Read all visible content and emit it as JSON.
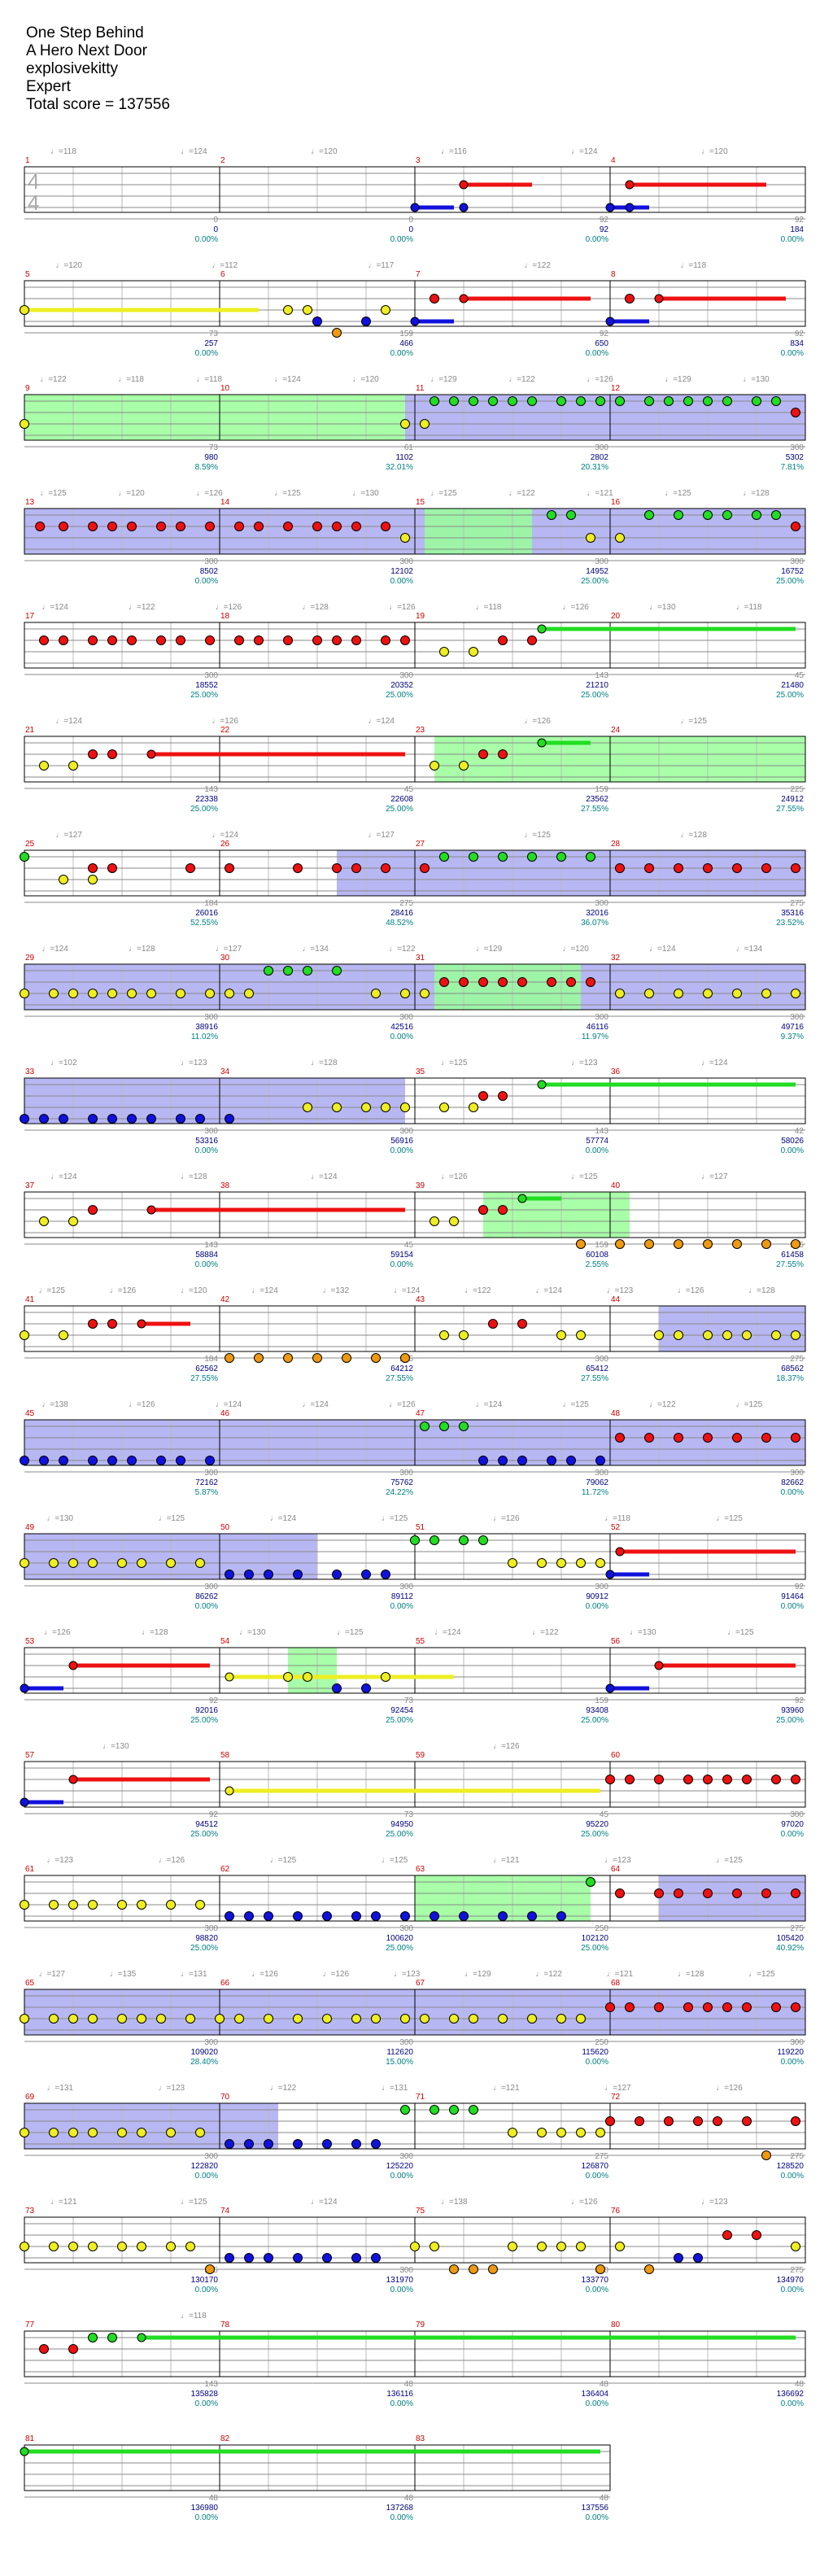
{
  "header": {
    "song_title": "One Step Behind",
    "artist": "A Hero Next Door",
    "charter": "explosivekitty",
    "difficulty": "Expert",
    "total_score_text": "Total score = 137556"
  },
  "time_signature": {
    "top": "4",
    "bottom": "4"
  },
  "colors": {
    "green": "#22dd22",
    "red": "#ee1111",
    "yellow": "#eeee22",
    "blue": "#1111dd",
    "orange": "#ee9911",
    "star_power": "#99ff99",
    "solo": "#9999ee",
    "tempo": "#888888",
    "measure_number": "#cc0000",
    "score": "#000080",
    "percent": "#008080",
    "gridline": "#bbbbbb",
    "staffline": "#888888"
  },
  "rows": [
    {
      "measures": [
        1,
        2,
        3,
        4
      ],
      "tempos": [
        "♩=118",
        "♩=124",
        "♩=120",
        "♩=116",
        "♩=124",
        "♩=120"
      ],
      "values": [
        "0",
        "0",
        "92",
        "92"
      ],
      "scores": [
        "0",
        "0",
        "92",
        "184"
      ],
      "percents": [
        "0.00%",
        "0.00%",
        "0.00%",
        "0.00%"
      ]
    },
    {
      "measures": [
        5,
        6,
        7,
        8
      ],
      "tempos": [
        "♩=120",
        "♩=112",
        "♩=117",
        "♩=122",
        "♩=118"
      ],
      "values": [
        "73",
        "159",
        "92",
        "92"
      ],
      "scores": [
        "257",
        "466",
        "650",
        "834"
      ],
      "percents": [
        "0.00%",
        "0.00%",
        "0.00%",
        "0.00%"
      ]
    },
    {
      "measures": [
        9,
        10,
        11,
        12
      ],
      "tempos": [
        "♩=122",
        "♩=118",
        "♩=118",
        "♩=124",
        "♩=120",
        "♩=129",
        "♩=122",
        "♩=126",
        "♩=129",
        "♩=130"
      ],
      "values": [
        "73",
        "61",
        "300",
        "300"
      ],
      "scores": [
        "980",
        "1102",
        "2802",
        "5302"
      ],
      "percents": [
        "8.59%",
        "32.01%",
        "20.31%",
        "7.81%"
      ]
    },
    {
      "measures": [
        13,
        14,
        15,
        16
      ],
      "tempos": [
        "♩=125",
        "♩=120",
        "♩=126",
        "♩=125",
        "♩=130",
        "♩=125",
        "♩=122",
        "♩=121",
        "♩=125",
        "♩=128"
      ],
      "values": [
        "300",
        "300",
        "300",
        "300"
      ],
      "scores": [
        "8502",
        "12102",
        "14952",
        "16752"
      ],
      "percents": [
        "0.00%",
        "0.00%",
        "25.00%",
        "25.00%"
      ]
    },
    {
      "measures": [
        17,
        18,
        19,
        20
      ],
      "tempos": [
        "♩=124",
        "♩=122",
        "♩=126",
        "♩=128",
        "♩=126",
        "♩=118",
        "♩=126",
        "♩=130",
        "♩=118"
      ],
      "values": [
        "300",
        "300",
        "143",
        "45"
      ],
      "scores": [
        "18552",
        "20352",
        "21210",
        "21480"
      ],
      "percents": [
        "25.00%",
        "25.00%",
        "25.00%",
        "25.00%"
      ]
    },
    {
      "measures": [
        21,
        22,
        23,
        24
      ],
      "tempos": [
        "♩=124",
        "♩=126",
        "♩=124",
        "♩=126",
        "♩=125"
      ],
      "values": [
        "143",
        "45",
        "159",
        "225"
      ],
      "scores": [
        "22338",
        "22608",
        "23562",
        "24912"
      ],
      "percents": [
        "25.00%",
        "25.00%",
        "27.55%",
        "27.55%"
      ]
    },
    {
      "measures": [
        25,
        26,
        27,
        28
      ],
      "tempos": [
        "♩=127",
        "♩=124",
        "♩=127",
        "♩=125",
        "♩=128"
      ],
      "values": [
        "184",
        "275",
        "300",
        "275"
      ],
      "scores": [
        "26016",
        "28416",
        "32016",
        "35316"
      ],
      "percents": [
        "52.55%",
        "48.52%",
        "36.07%",
        "23.52%"
      ]
    },
    {
      "measures": [
        29,
        30,
        31,
        32
      ],
      "tempos": [
        "♩=124",
        "♩=128",
        "♩=127",
        "♩=134",
        "♩=122",
        "♩=129",
        "♩=120",
        "♩=124",
        "♩=134"
      ],
      "values": [
        "300",
        "300",
        "300",
        "300"
      ],
      "scores": [
        "38916",
        "42516",
        "46116",
        "49716"
      ],
      "percents": [
        "11.02%",
        "0.00%",
        "11.97%",
        "9.37%"
      ]
    },
    {
      "measures": [
        33,
        34,
        35,
        36
      ],
      "tempos": [
        "♩=102",
        "♩=123",
        "♩=128",
        "♩=125",
        "♩=123",
        "♩=124"
      ],
      "values": [
        "300",
        "300",
        "143",
        "42"
      ],
      "scores": [
        "53316",
        "56916",
        "57774",
        "58026"
      ],
      "percents": [
        "0.00%",
        "0.00%",
        "0.00%",
        "0.00%"
      ]
    },
    {
      "measures": [
        37,
        38,
        39,
        40
      ],
      "tempos": [
        "♩=124",
        "♩=128",
        "♩=124",
        "♩=126",
        "♩=125",
        "♩=127"
      ],
      "values": [
        "143",
        "45",
        "159",
        "225"
      ],
      "scores": [
        "58884",
        "59154",
        "60108",
        "61458"
      ],
      "percents": [
        "0.00%",
        "0.00%",
        "2.55%",
        "27.55%"
      ]
    },
    {
      "measures": [
        41,
        42,
        43,
        44
      ],
      "tempos": [
        "♩=125",
        "♩=126",
        "♩=120",
        "♩=124",
        "♩=132",
        "♩=124",
        "♩=122",
        "♩=124",
        "♩=123",
        "♩=126",
        "♩=128"
      ],
      "values": [
        "184",
        "275",
        "300",
        "275"
      ],
      "scores": [
        "62562",
        "64212",
        "65412",
        "68562"
      ],
      "percents": [
        "27.55%",
        "27.55%",
        "27.55%",
        "18.37%"
      ]
    },
    {
      "measures": [
        45,
        46,
        47,
        48
      ],
      "tempos": [
        "♩=138",
        "♩=126",
        "♩=124",
        "♩=124",
        "♩=126",
        "♩=124",
        "♩=125",
        "♩=122",
        "♩=125"
      ],
      "values": [
        "300",
        "300",
        "300",
        "300"
      ],
      "scores": [
        "72162",
        "75762",
        "79062",
        "82662"
      ],
      "percents": [
        "5.87%",
        "24.22%",
        "11.72%",
        "0.00%"
      ]
    },
    {
      "measures": [
        49,
        50,
        51,
        52
      ],
      "tempos": [
        "♩=130",
        "♩=125",
        "♩=124",
        "♩=125",
        "♩=126",
        "♩=118",
        "♩=125"
      ],
      "values": [
        "300",
        "300",
        "300",
        "92"
      ],
      "scores": [
        "86262",
        "89112",
        "90912",
        "91464"
      ],
      "percents": [
        "0.00%",
        "0.00%",
        "0.00%",
        "0.00%"
      ]
    },
    {
      "measures": [
        53,
        54,
        55,
        56
      ],
      "tempos": [
        "♩=126",
        "♩=128",
        "♩=130",
        "♩=125",
        "♩=124",
        "♩=122",
        "♩=130",
        "♩=125"
      ],
      "values": [
        "92",
        "73",
        "159",
        "92"
      ],
      "scores": [
        "92016",
        "92454",
        "93408",
        "93960"
      ],
      "percents": [
        "25.00%",
        "25.00%",
        "25.00%",
        "25.00%"
      ]
    },
    {
      "measures": [
        57,
        58,
        59,
        60
      ],
      "tempos": [
        "♩=130",
        "♩=126"
      ],
      "values": [
        "92",
        "73",
        "45",
        "300"
      ],
      "scores": [
        "94512",
        "94950",
        "95220",
        "97020"
      ],
      "percents": [
        "25.00%",
        "25.00%",
        "25.00%",
        "0.00%"
      ]
    },
    {
      "measures": [
        61,
        62,
        63,
        64
      ],
      "tempos": [
        "♩=123",
        "♩=126",
        "♩=125",
        "♩=125",
        "♩=121",
        "♩=123",
        "♩=125"
      ],
      "values": [
        "300",
        "300",
        "250",
        "275"
      ],
      "scores": [
        "98820",
        "100620",
        "102120",
        "105420"
      ],
      "percents": [
        "25.00%",
        "25.00%",
        "25.00%",
        "40.92%"
      ]
    },
    {
      "measures": [
        65,
        66,
        67,
        68
      ],
      "tempos": [
        "♩=127",
        "♩=135",
        "♩=131",
        "♩=126",
        "♩=126",
        "♩=123",
        "♩=129",
        "♩=122",
        "♩=121",
        "♩=128",
        "♩=125"
      ],
      "values": [
        "300",
        "300",
        "250",
        "300"
      ],
      "scores": [
        "109020",
        "112620",
        "115620",
        "119220"
      ],
      "percents": [
        "28.40%",
        "15.00%",
        "0.00%",
        "0.00%"
      ]
    },
    {
      "measures": [
        69,
        70,
        71,
        72
      ],
      "tempos": [
        "♩=131",
        "♩=123",
        "♩=122",
        "♩=131",
        "♩=121",
        "♩=127",
        "♩=126"
      ],
      "values": [
        "300",
        "300",
        "275",
        "275"
      ],
      "scores": [
        "122820",
        "125220",
        "126870",
        "128520"
      ],
      "percents": [
        "0.00%",
        "0.00%",
        "0.00%",
        "0.00%"
      ]
    },
    {
      "measures": [
        73,
        74,
        75,
        76
      ],
      "tempos": [
        "♩=121",
        "♩=125",
        "♩=124",
        "♩=138",
        "♩=126",
        "♩=123"
      ],
      "values": [
        "275",
        "300",
        "300",
        "275"
      ],
      "scores": [
        "130170",
        "131970",
        "133770",
        "134970"
      ],
      "percents": [
        "0.00%",
        "0.00%",
        "0.00%",
        "0.00%"
      ]
    },
    {
      "measures": [
        77,
        78,
        79,
        80
      ],
      "tempos": [
        "♩=118"
      ],
      "values": [
        "143",
        "48",
        "48",
        "48"
      ],
      "scores": [
        "135828",
        "136116",
        "136404",
        "136692"
      ],
      "percents": [
        "0.00%",
        "0.00%",
        "0.00%",
        "0.00%"
      ]
    },
    {
      "measures": [
        81,
        82,
        83
      ],
      "tempos": [],
      "values": [
        "48",
        "48",
        "48"
      ],
      "scores": [
        "136980",
        "137268",
        "137556"
      ],
      "percents": [
        "0.00%",
        "0.00%",
        "0.00%"
      ]
    }
  ]
}
